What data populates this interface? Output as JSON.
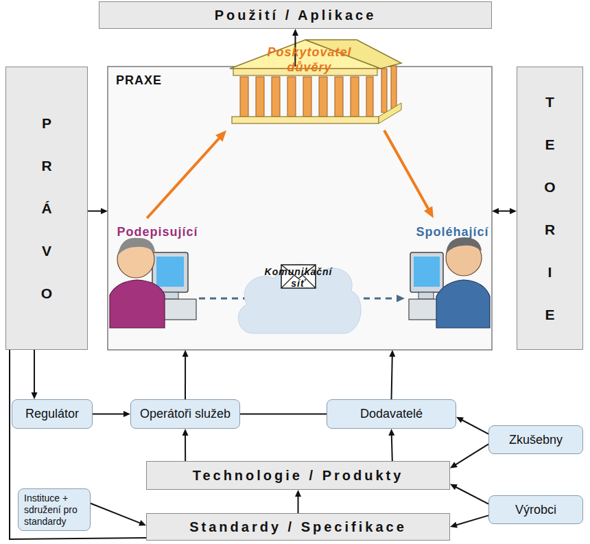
{
  "diagram": {
    "nodes": [
      {
        "text": [
          "Použití / Aplikace"
        ]
      },
      {
        "text": [
          "P R Á V O"
        ]
      },
      {
        "text": [
          "PRAXE"
        ]
      },
      {
        "text": [
          "Poskytovatel důvěry"
        ],
        "in": 2
      },
      {
        "text": [
          "Podepisující"
        ],
        "in": 2
      },
      {
        "text": [
          "Spoléhající"
        ],
        "in": 2
      },
      {
        "text": [
          "Komunikační síť"
        ],
        "in": 2
      },
      {
        "text": [
          "T E O R I E"
        ]
      },
      {
        "text": [
          "Regulátor"
        ]
      },
      {
        "text": [
          "Operátoři služeb"
        ]
      },
      {
        "text": [
          "Dodavatelé"
        ]
      },
      {
        "text": [
          "Zkušebny"
        ]
      },
      {
        "text": [
          "Instituce + sdružení pro standardy"
        ]
      },
      {
        "text": [
          "Technologie / Produkty"
        ]
      },
      {
        "text": [
          "Výrobci"
        ]
      },
      {
        "text": [
          "Standardy / Specifikace"
        ]
      }
    ],
    "edges": [
      {
        "from": 2,
        "to": 0,
        "arrow": "to"
      },
      {
        "from": 1,
        "to": 2,
        "arrow": "to"
      },
      {
        "from": 7,
        "to": 2,
        "arrow": "both"
      },
      {
        "from": 4,
        "to": 3,
        "arrow": "to"
      },
      {
        "from": 3,
        "to": 5,
        "arrow": "to"
      },
      {
        "from": 4,
        "to": 5,
        "arrow": "to"
      },
      {
        "from": 1,
        "to": 8,
        "arrow": "to"
      },
      {
        "from": 1,
        "to": 15,
        "arrow": "none"
      },
      {
        "from": 8,
        "to": 9,
        "arrow": "to"
      },
      {
        "from": 9,
        "to": 2,
        "arrow": "to"
      },
      {
        "from": 9,
        "to": 10,
        "arrow": "none"
      },
      {
        "from": 10,
        "to": 2,
        "arrow": "to"
      },
      {
        "from": 13,
        "to": 9,
        "arrow": "to"
      },
      {
        "from": 13,
        "to": 10,
        "arrow": "to"
      },
      {
        "from": 15,
        "to": 13,
        "arrow": "to"
      },
      {
        "from": 11,
        "to": 10,
        "arrow": "to"
      },
      {
        "from": 11,
        "to": 13,
        "arrow": "to"
      },
      {
        "from": 14,
        "to": 13,
        "arrow": "to"
      },
      {
        "from": 14,
        "to": 15,
        "arrow": "to"
      },
      {
        "from": 12,
        "to": 15,
        "arrow": "to"
      }
    ]
  }
}
